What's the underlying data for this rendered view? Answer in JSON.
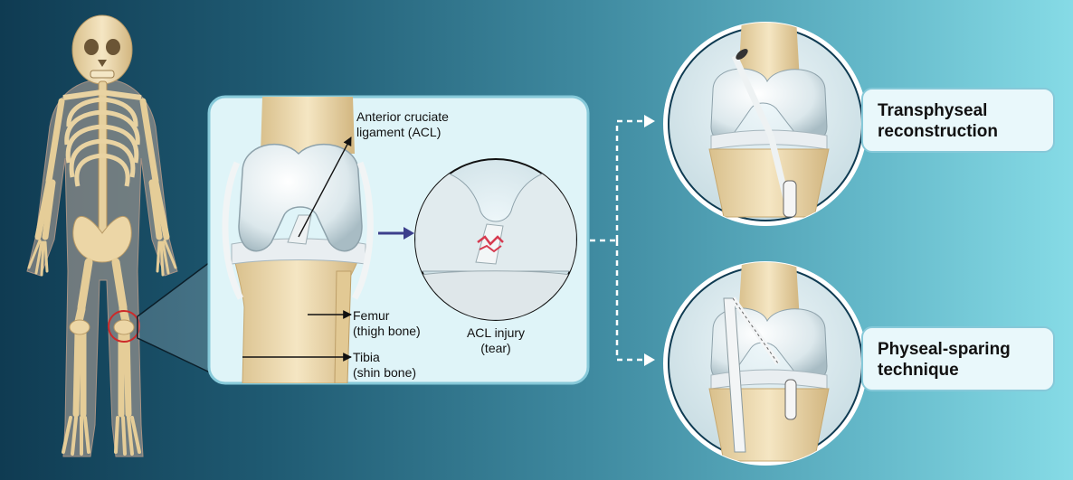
{
  "labels": {
    "acl": "Anterior cruciate\nligament (ACL)",
    "femur": "Femur\n(thigh bone)",
    "tibia": "Tibia\n(shin bone)",
    "injury": "ACL injury\n(tear)",
    "transphyseal": "Transphyseal\nreconstruction",
    "physeal_sparing": "Physeal-sparing\ntechnique"
  },
  "colors": {
    "bone": "#efdcae",
    "cartilage": "#dde9ec",
    "panel": "#dff4f8",
    "injury": "#d63a4f",
    "box": "#e9f8fb"
  }
}
